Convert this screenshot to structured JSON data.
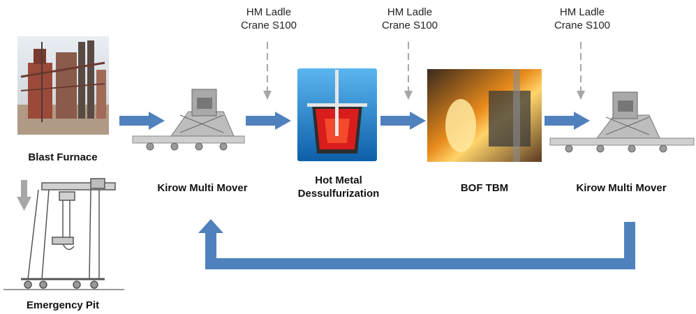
{
  "labels": {
    "blast_furnace": "Blast Furnace",
    "emergency_pit": "Emergency Pit",
    "kirow_left": "Kirow Multi Mover",
    "hot_metal_line1": "Hot Metal",
    "hot_metal_line2": "Dessulfurization",
    "bof_tbm": "BOF TBM",
    "kirow_right": "Kirow Multi Mover"
  },
  "cranes": [
    {
      "line1": "HM Ladle",
      "line2": "Crane S100"
    },
    {
      "line1": "HM Ladle",
      "line2": "Crane S100"
    },
    {
      "line1": "HM Ladle",
      "line2": "Crane S100"
    }
  ],
  "colors": {
    "flow_arrow": "#4f81bd",
    "down_arrow": "#a6a6a6",
    "dashed_line": "#a6a6a6",
    "vehicle": "#bfbfbf"
  }
}
